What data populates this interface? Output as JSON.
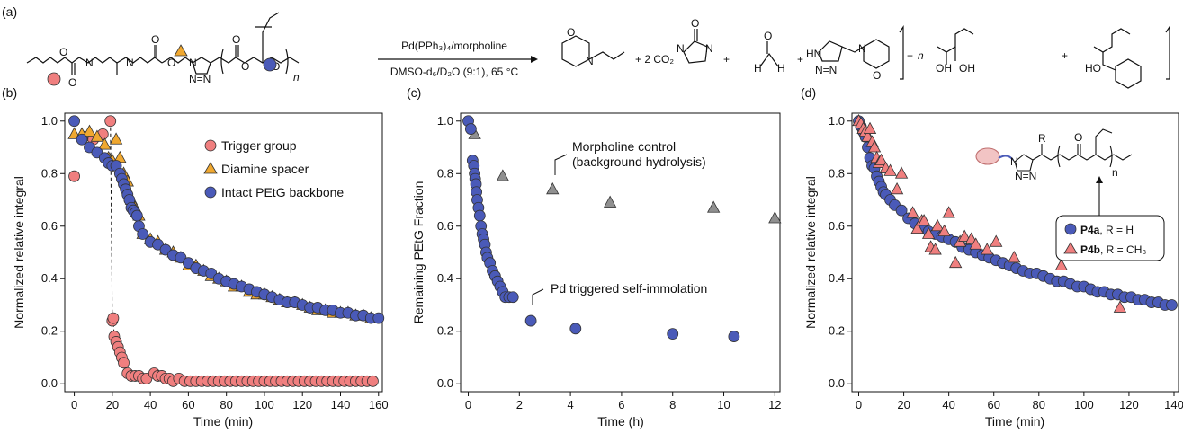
{
  "panel_labels": [
    "(a)",
    "(b)",
    "(c)",
    "(d)"
  ],
  "scheme": {
    "reagent_top": "Pd(PPh₃)₄/morpholine",
    "reagent_bottom": "DMSO-d₆/D₂O (9:1), 65 °C",
    "plus_1": "+ 2 CO₂",
    "plus": "+",
    "n_label": "n",
    "product_labels": [
      "N",
      "O",
      "N",
      "N",
      "H",
      "H",
      "O",
      "HN",
      "N=N",
      "N",
      "O",
      "OH",
      "OH"
    ]
  },
  "chart_data": [
    {
      "type": "scatter",
      "panel": "(b)",
      "xlabel": "Time (min)",
      "ylabel": "Normalized relative integral",
      "xlim": [
        -5,
        162
      ],
      "ylim": [
        -0.03,
        1.03
      ],
      "xticks": [
        0,
        20,
        40,
        60,
        80,
        100,
        120,
        140,
        160
      ],
      "yticks": [
        0.0,
        0.2,
        0.4,
        0.6,
        0.8,
        1.0
      ],
      "legend_position": "top-right",
      "series": [
        {
          "name": "Trigger group",
          "marker": "circle",
          "color": "#f07f7f",
          "x": [
            0,
            5,
            10,
            15,
            19,
            20,
            20.5,
            21,
            22,
            23,
            24,
            25,
            26,
            28,
            30,
            32,
            34,
            36,
            38,
            42,
            44,
            46,
            48,
            50,
            52,
            55,
            58,
            61,
            64,
            67,
            70,
            73,
            76,
            79,
            82,
            85,
            88,
            91,
            94,
            97,
            100,
            103,
            106,
            109,
            112,
            115,
            118,
            121,
            124,
            127,
            130,
            133,
            136,
            139,
            142,
            145,
            148,
            151,
            154,
            157
          ],
          "y": [
            0.79,
            0.94,
            0.93,
            0.95,
            1.0,
            0.24,
            0.25,
            0.18,
            0.16,
            0.14,
            0.12,
            0.1,
            0.08,
            0.04,
            0.03,
            0.03,
            0.03,
            0.02,
            0.02,
            0.04,
            0.03,
            0.03,
            0.02,
            0.02,
            0.01,
            0.02,
            0.01,
            0.01,
            0.01,
            0.01,
            0.01,
            0.01,
            0.01,
            0.01,
            0.01,
            0.01,
            0.01,
            0.01,
            0.01,
            0.01,
            0.01,
            0.01,
            0.01,
            0.01,
            0.01,
            0.01,
            0.01,
            0.01,
            0.01,
            0.01,
            0.01,
            0.01,
            0.01,
            0.01,
            0.01,
            0.01,
            0.01,
            0.01,
            0.01,
            0.01
          ]
        },
        {
          "name": "Diamine spacer",
          "marker": "triangle",
          "color": "#f0a830",
          "x": [
            0,
            4,
            8,
            12,
            16,
            18,
            20,
            22,
            24,
            26,
            28,
            30,
            32,
            34,
            36,
            40,
            44,
            48,
            52,
            56,
            60,
            64,
            68,
            72,
            76,
            80,
            84,
            88,
            92,
            96,
            100,
            104,
            108,
            112,
            116,
            120,
            124,
            128,
            132,
            136,
            140,
            144,
            148,
            152,
            156
          ],
          "y": [
            0.95,
            0.95,
            0.96,
            0.94,
            0.91,
            0.86,
            0.85,
            0.93,
            0.86,
            0.8,
            0.77,
            0.7,
            0.67,
            0.64,
            0.57,
            0.55,
            0.54,
            0.51,
            0.5,
            0.48,
            0.45,
            0.45,
            0.43,
            0.41,
            0.4,
            0.39,
            0.37,
            0.37,
            0.35,
            0.34,
            0.34,
            0.33,
            0.32,
            0.31,
            0.31,
            0.3,
            0.29,
            0.28,
            0.28,
            0.27,
            0.27,
            0.27,
            0.26,
            0.26,
            0.25
          ]
        },
        {
          "name": "Intact PEtG backbone",
          "marker": "circle",
          "color": "#4a5ab8",
          "x": [
            0,
            4,
            8,
            12,
            16,
            18,
            20,
            22,
            24,
            25,
            26,
            27,
            28,
            29,
            30,
            31,
            32,
            33,
            34,
            36,
            40,
            44,
            48,
            52,
            56,
            60,
            64,
            68,
            72,
            76,
            80,
            84,
            88,
            92,
            96,
            100,
            104,
            108,
            112,
            116,
            120,
            124,
            128,
            132,
            136,
            140,
            144,
            148,
            152,
            156,
            160
          ],
          "y": [
            1.0,
            0.93,
            0.9,
            0.88,
            0.86,
            0.84,
            0.83,
            0.83,
            0.8,
            0.78,
            0.76,
            0.74,
            0.72,
            0.7,
            0.67,
            0.66,
            0.65,
            0.64,
            0.6,
            0.57,
            0.54,
            0.53,
            0.51,
            0.49,
            0.48,
            0.46,
            0.44,
            0.43,
            0.42,
            0.4,
            0.39,
            0.38,
            0.37,
            0.36,
            0.35,
            0.34,
            0.33,
            0.32,
            0.31,
            0.31,
            0.3,
            0.29,
            0.29,
            0.28,
            0.28,
            0.27,
            0.27,
            0.26,
            0.26,
            0.25,
            0.25
          ]
        }
      ]
    },
    {
      "type": "scatter",
      "panel": "(c)",
      "xlabel": "Time (h)",
      "ylabel": "Remaining PEtG Fraction",
      "xlim": [
        -0.3,
        12.2
      ],
      "ylim": [
        -0.03,
        1.03
      ],
      "xticks": [
        0,
        2,
        4,
        6,
        8,
        10,
        12
      ],
      "yticks": [
        0.0,
        0.2,
        0.4,
        0.6,
        0.8,
        1.0
      ],
      "annotations": [
        "Morpholine control",
        "(background hydrolysis)",
        "Pd triggered self-immolation"
      ],
      "series": [
        {
          "marker": "triangle",
          "color": "#909090",
          "x": [
            0.25,
            1.35,
            3.3,
            5.55,
            9.6,
            12.0
          ],
          "y": [
            0.95,
            0.79,
            0.74,
            0.69,
            0.67,
            0.63
          ]
        },
        {
          "marker": "circle",
          "color": "#4a5ab8",
          "x": [
            0.0,
            0.1,
            0.17,
            0.22,
            0.25,
            0.27,
            0.3,
            0.32,
            0.35,
            0.4,
            0.45,
            0.5,
            0.55,
            0.6,
            0.65,
            0.7,
            0.75,
            0.85,
            0.95,
            1.05,
            1.15,
            1.25,
            1.35,
            1.45,
            1.6,
            1.75,
            2.45,
            4.2,
            8.0,
            10.4
          ],
          "y": [
            1.0,
            0.97,
            0.85,
            0.83,
            0.8,
            0.78,
            0.76,
            0.73,
            0.7,
            0.67,
            0.64,
            0.6,
            0.57,
            0.55,
            0.53,
            0.5,
            0.48,
            0.46,
            0.43,
            0.41,
            0.39,
            0.37,
            0.35,
            0.33,
            0.33,
            0.33,
            0.24,
            0.21,
            0.19,
            0.18
          ]
        }
      ]
    },
    {
      "type": "scatter",
      "panel": "(d)",
      "xlabel": "Time (min)",
      "ylabel": "Normalized relative integral",
      "xlim": [
        -3,
        142
      ],
      "ylim": [
        -0.03,
        1.03
      ],
      "xticks": [
        0,
        20,
        40,
        60,
        80,
        100,
        120,
        140
      ],
      "yticks": [
        0.0,
        0.2,
        0.4,
        0.6,
        0.8,
        1.0
      ],
      "legend_position": "top-right",
      "series": [
        {
          "name_bold": "P4a",
          "name": ", R = H",
          "marker": "circle",
          "color": "#4a5ab8",
          "x": [
            0,
            1,
            2,
            3,
            4,
            5,
            6,
            7,
            8,
            9,
            10,
            11,
            12,
            14,
            16,
            19,
            22,
            25,
            28,
            31,
            34,
            37,
            40,
            43,
            46,
            49,
            52,
            55,
            58,
            61,
            64,
            67,
            70,
            73,
            76,
            79,
            82,
            85,
            88,
            91,
            94,
            97,
            100,
            103,
            106,
            109,
            112,
            115,
            118,
            121,
            124,
            127,
            130,
            133,
            136,
            139
          ],
          "y": [
            1.0,
            0.98,
            0.96,
            0.94,
            0.9,
            0.86,
            0.83,
            0.82,
            0.79,
            0.77,
            0.75,
            0.73,
            0.72,
            0.7,
            0.68,
            0.66,
            0.63,
            0.61,
            0.6,
            0.58,
            0.57,
            0.56,
            0.55,
            0.54,
            0.52,
            0.51,
            0.5,
            0.49,
            0.48,
            0.47,
            0.46,
            0.45,
            0.44,
            0.43,
            0.42,
            0.42,
            0.41,
            0.4,
            0.39,
            0.39,
            0.38,
            0.37,
            0.37,
            0.36,
            0.35,
            0.35,
            0.34,
            0.34,
            0.33,
            0.33,
            0.32,
            0.32,
            0.31,
            0.31,
            0.3,
            0.3
          ]
        },
        {
          "name_bold": "P4b",
          "name": ", R = CH₃",
          "marker": "triangle",
          "color": "#f07f7f",
          "x": [
            0,
            1,
            2,
            3,
            4,
            5,
            6,
            7,
            8,
            9,
            10,
            12,
            14,
            17,
            19,
            24,
            26,
            28,
            29,
            31,
            32,
            34,
            35,
            38,
            40,
            43,
            45,
            47,
            50,
            52,
            57,
            61,
            69,
            90,
            116
          ],
          "y": [
            1.0,
            0.99,
            0.97,
            0.96,
            0.94,
            0.97,
            0.92,
            0.9,
            0.86,
            0.84,
            0.85,
            0.82,
            0.81,
            0.74,
            0.8,
            0.65,
            0.59,
            0.62,
            0.62,
            0.57,
            0.52,
            0.51,
            0.6,
            0.58,
            0.65,
            0.46,
            0.54,
            0.56,
            0.55,
            0.53,
            0.51,
            0.54,
            0.48,
            0.45,
            0.29
          ]
        }
      ]
    }
  ]
}
